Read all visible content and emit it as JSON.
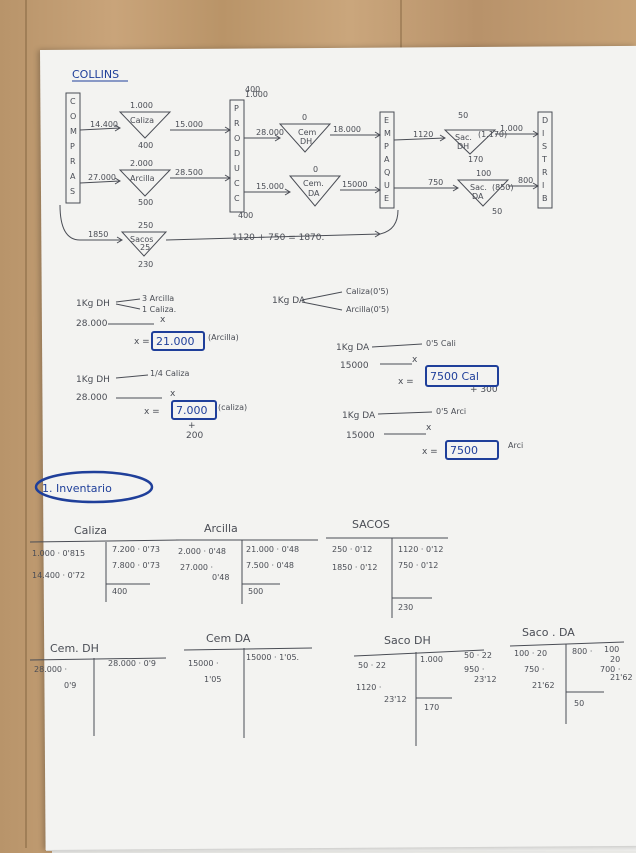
{
  "header": {
    "title": "COLLINS"
  },
  "flow": {
    "labels": {
      "compras": [
        "C",
        "O",
        "M",
        "P",
        "R",
        "A",
        "S"
      ],
      "produccion": [
        "P",
        "R",
        "O",
        "D",
        "U",
        "C",
        "C"
      ],
      "empaque": [
        "E",
        "M",
        "P",
        "A",
        "Q",
        "U",
        "E"
      ],
      "distrib": [
        "D",
        "I",
        "S",
        "T",
        "R",
        "I",
        "B"
      ]
    },
    "top_note": [
      "1.000",
      "400"
    ],
    "caliza": {
      "name": "Caliza",
      "in": "14.400",
      "out": "15.000",
      "top": "1.000",
      "bottom": "400"
    },
    "arcilla": {
      "name": "Arcilla",
      "in": "27.000",
      "out": "28.500",
      "top": "2.000",
      "bottom": "500"
    },
    "cem_dh": {
      "name": [
        "Cem",
        "DH"
      ],
      "in": "28.000",
      "out": "18.000",
      "top": "0"
    },
    "cem_da": {
      "name": [
        "Cem.",
        "DA"
      ],
      "in": "15.000",
      "out": "15000",
      "top": "0"
    },
    "prod_bottom": "400",
    "sac_dh": {
      "name": [
        "Sac.",
        "DH"
      ],
      "in": "1120",
      "out": "1.000",
      "top": "50",
      "bottom": "170",
      "side": "(1.170)"
    },
    "sac_da": {
      "name": [
        "Sac.",
        "DA"
      ],
      "in": "750",
      "out": "800",
      "top": "100",
      "bottom": "50",
      "side": "(850)"
    },
    "sacos": {
      "name": "Sacos",
      "in": "1850",
      "top": "250",
      "bottom": "230",
      "side": "25"
    },
    "total": "1120 + 750 = 1870."
  },
  "calcs": {
    "c1": {
      "left": "1Kg DH",
      "right": [
        "3 Arcilla",
        "1 Caliza."
      ],
      "l2": "28.000",
      "l2b": "x",
      "l3": "x =",
      "result": "21.000",
      "suffix": "(Arcilla)"
    },
    "c2": {
      "left": "1Kg DA",
      "right": [
        "Caliza(0'5)",
        "Arcilla(0'5)"
      ]
    },
    "c3": {
      "left": "1Kg DH",
      "right": "1/4 Caliza",
      "l2": "28.000",
      "l2b": "x",
      "l3": "x =",
      "result": "7.000",
      "suffix": "(caliza)",
      "plus": [
        "+",
        "200"
      ]
    },
    "c4": {
      "left": "1Kg DA",
      "right": "0'5 Cali",
      "l2": "15000",
      "l2b": "x",
      "l3": "x =",
      "result": "7500 Cal",
      "plus": "+ 300"
    },
    "c5": {
      "left": "1Kg DA",
      "right": "0'5 Arci",
      "l2": "15000",
      "l2b": "x",
      "l3": "x =",
      "result": "7500",
      "suffix": "Arci"
    }
  },
  "section": {
    "title": "1. Inventario"
  },
  "accounts_row1": [
    {
      "title": "Caliza",
      "debit": [
        "1.000 · 0'815",
        "14.400 · 0'72"
      ],
      "credit": [
        "7.200 · 0'73",
        "7.800 · 0'73"
      ],
      "balance": "400"
    },
    {
      "title": "Arcilla",
      "debit": [
        "2.000 · 0'48",
        "27.000 ·",
        "0'48"
      ],
      "credit": [
        "21.000 · 0'48",
        "7.500 · 0'48"
      ],
      "balance": "500"
    },
    {
      "title": "SACOS",
      "debit": [
        "250 · 0'12",
        "1850 · 0'12"
      ],
      "credit": [
        "1120 · 0'12",
        "750 · 0'12"
      ],
      "balance": "230"
    }
  ],
  "accounts_row2": [
    {
      "title": "Cem. DH",
      "debit": [
        "28.000 ·",
        "0'9"
      ],
      "credit": [
        "28.000 · 0'9"
      ]
    },
    {
      "title": "Cem DA",
      "debit": [
        "15000 ·",
        "1'05"
      ],
      "credit": [
        "15000 · 1'05."
      ]
    },
    {
      "title": "Saco DH",
      "debit": [
        "50 · 22",
        "1120 ·",
        "23'12"
      ],
      "credit": [
        "1.000",
        "50 · 22",
        "950 ·",
        "23'12"
      ],
      "balance": "170"
    },
    {
      "title": "Saco . DA",
      "debit": [
        "100 · 20",
        "750 ·",
        "21'62"
      ],
      "credit": [
        "800 ·",
        "100",
        "20",
        "700 ·",
        "21'62"
      ],
      "balance": "50"
    }
  ],
  "colors": {
    "ink_pencil": "#4a4d55",
    "ink_blue": "#1f3f9a",
    "paper": "#f3f3f1",
    "desk": "#c19c70"
  }
}
